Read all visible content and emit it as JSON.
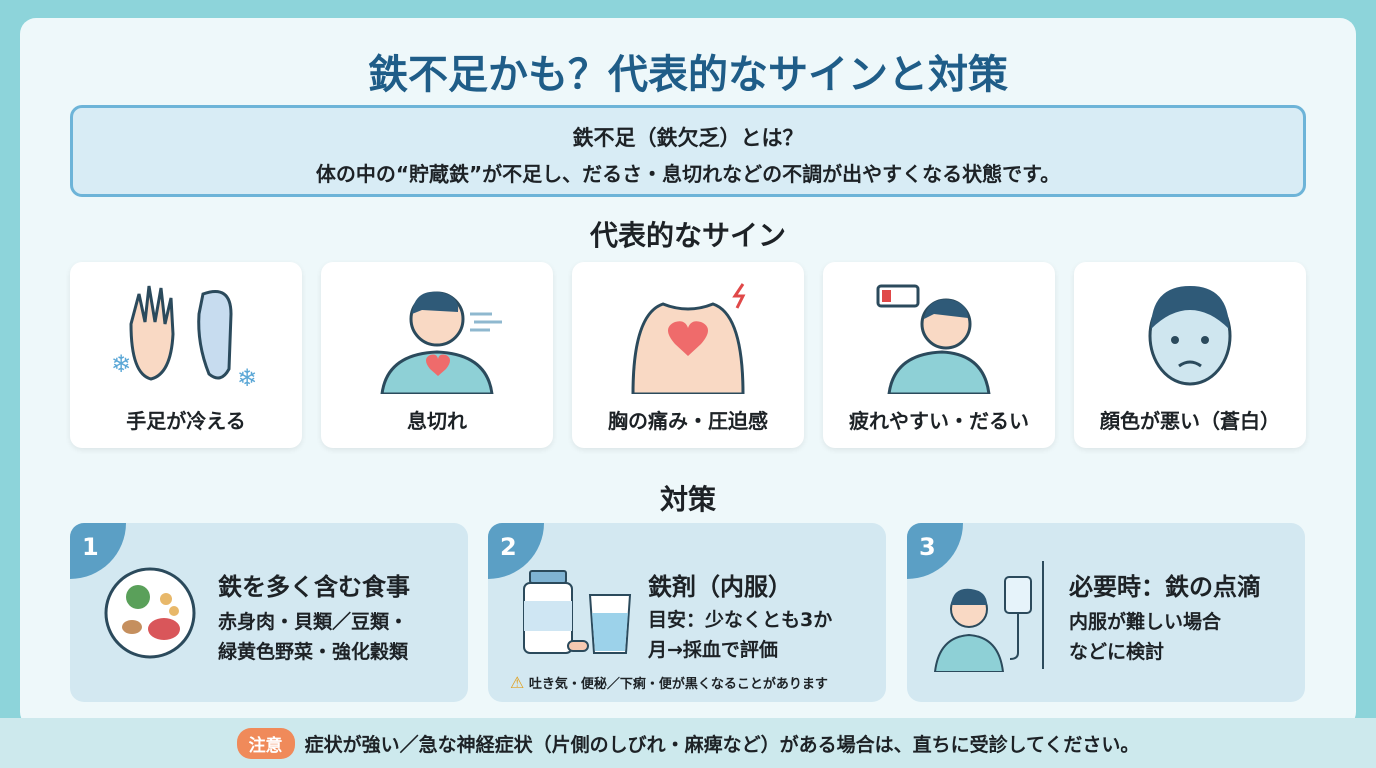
{
  "title": "鉄不足かも？代表的なサインと対策",
  "definition": {
    "heading": "鉄不足（鉄欠乏）とは？",
    "body": "体の中の“貯蔵鉄”が不足し、だるさ・息切れなどの不調が出やすくなる状態です。"
  },
  "signs_heading": "代表的なサイン",
  "signs": [
    {
      "label": "手足が冷える",
      "icon": "cold-hands-feet-icon"
    },
    {
      "label": "息切れ",
      "icon": "shortness-of-breath-icon"
    },
    {
      "label": "胸の痛み・圧迫感",
      "icon": "chest-pain-icon"
    },
    {
      "label": "疲れやすい・だるい",
      "icon": "fatigue-icon"
    },
    {
      "label": "顔色が悪い（蒼白）",
      "icon": "pale-face-icon"
    }
  ],
  "measures_heading": "対策",
  "measures": [
    {
      "number": "1",
      "title": "鉄を多く含む食事",
      "lines": [
        "赤身肉・貝類／豆類・",
        "緑黄色野菜・強化穀類"
      ]
    },
    {
      "number": "2",
      "title": "鉄剤（内服）",
      "lines": [
        "目安：少なくとも3か",
        "月→採血で評価"
      ],
      "warning": "吐き気・便秘／下痢・便が黒くなることがあります"
    },
    {
      "number": "3",
      "title": "必要時：鉄の点滴",
      "lines": [
        "内服が難しい場合",
        "などに検討"
      ]
    }
  ],
  "footer": {
    "badge": "注意",
    "text": "症状が強い／急な神経症状（片側のしびれ・麻痺など）がある場合は、直ちに受診してください。"
  },
  "colors": {
    "title": "#1f5d88",
    "accent": "#5b9fc5",
    "warning": "#f08a5a"
  }
}
